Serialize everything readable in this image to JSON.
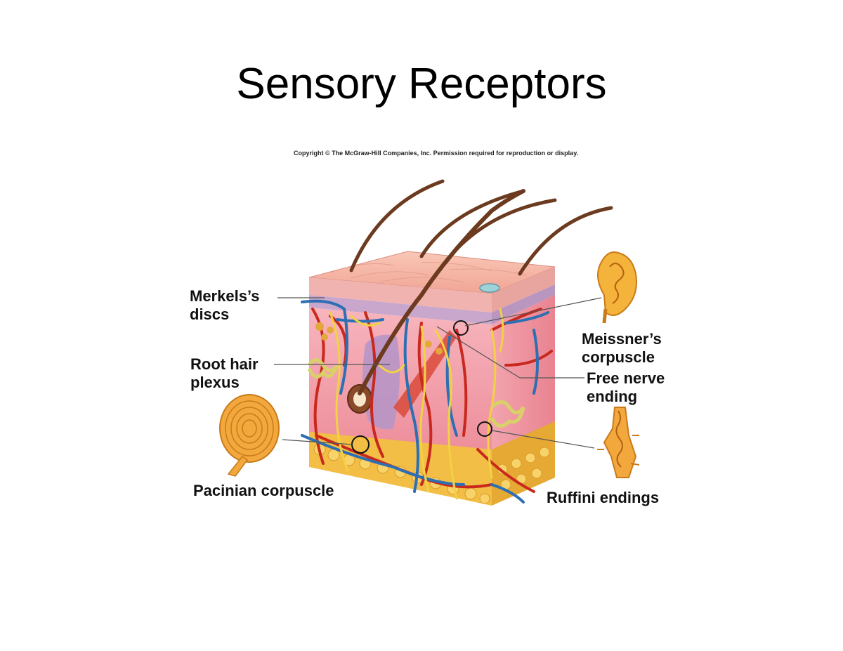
{
  "title": "Sensory Receptors",
  "copyright": "Copyright © The McGraw-Hill Companies, Inc. Permission required for reproduction or display.",
  "labels": {
    "merkels_line1": "Merkels’s",
    "merkels_line2": "discs",
    "root_line1": "Root hair",
    "root_line2": "plexus",
    "pacinian": "Pacinian corpuscle",
    "meissner_line1": "Meissner’s",
    "meissner_line2": "corpuscle",
    "free_line1": "Free nerve",
    "free_line2": "ending",
    "ruffini": "Ruffini endings"
  },
  "colors": {
    "epidermis": "#f2b3a6",
    "dermis": "#f6a9b3",
    "fat": "#f5c34a",
    "artery": "#cc2b1f",
    "vein": "#2d6fb3",
    "nerve": "#f2d64a",
    "hair": "#6b3a1f"
  }
}
